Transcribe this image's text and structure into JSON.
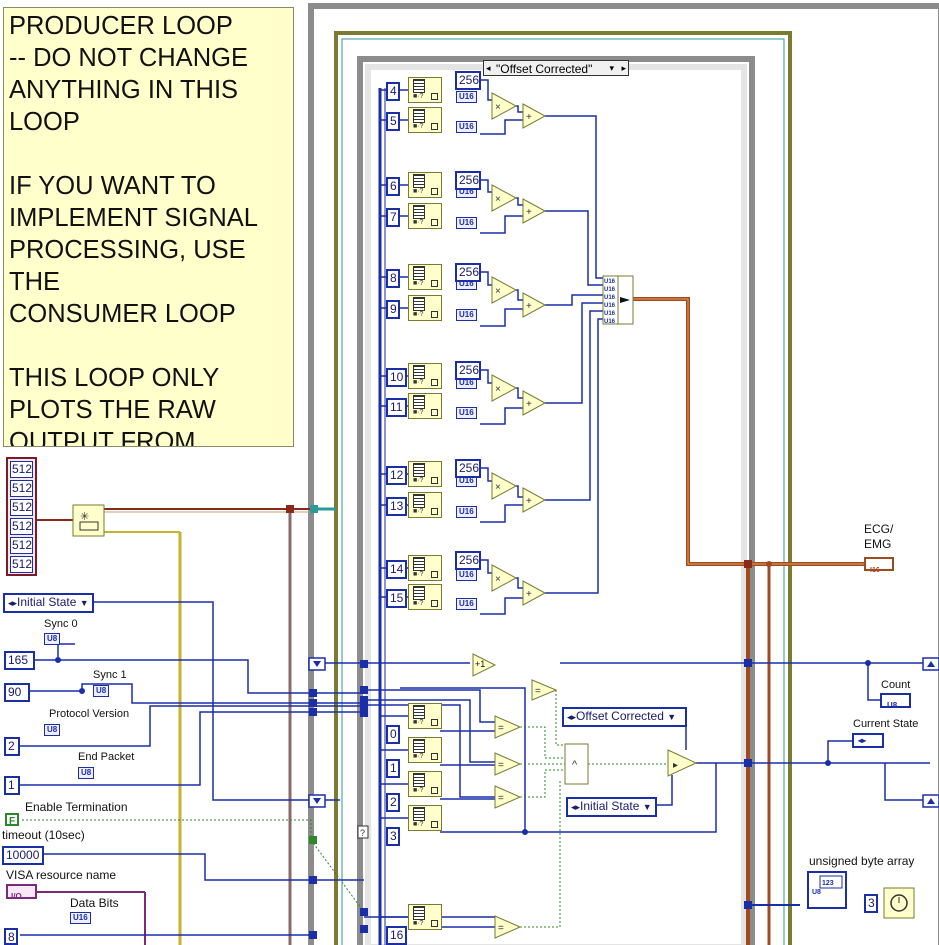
{
  "note": {
    "text": "PRODUCER LOOP\n-- DO NOT CHANGE\nANYTHING IN THIS\nLOOP\n\nIF YOU WANT TO\nIMPLEMENT SIGNAL\nPROCESSING, USE THE\nCONSUMER LOOP\n\nTHIS LOOP ONLY\nPLOTS THE RAW\nOUTPUT FROM SERIAL\nPORT AND WRITES"
  },
  "case_selector": {
    "label": "\"Offset Corrected\""
  },
  "array_constant": {
    "values": [
      "512",
      "512",
      "512",
      "512",
      "512",
      "512"
    ]
  },
  "initial_state": {
    "label": "Initial State"
  },
  "sync0": {
    "label": "Sync 0",
    "value": "165",
    "type": "U8"
  },
  "sync1": {
    "label": "Sync 1",
    "value": "90",
    "type": "U8"
  },
  "protocol": {
    "label": "Protocol Version",
    "value": "2",
    "type": "U8"
  },
  "end_packet": {
    "label": "End Packet",
    "value": "1",
    "type": "U8"
  },
  "enable_termination": {
    "label": "Enable Termination",
    "value": "F"
  },
  "timeout": {
    "label": "timeout (10sec)",
    "value": "10000"
  },
  "visa": {
    "label": "VISA resource name",
    "type": "I/O"
  },
  "data_bits": {
    "label": "Data Bits",
    "value": "8",
    "type": "U16"
  },
  "index_top": [
    {
      "index": "4",
      "mult": "256"
    },
    {
      "index": "5"
    },
    {
      "index": "6",
      "mult": "256"
    },
    {
      "index": "7"
    },
    {
      "index": "8",
      "mult": "256"
    },
    {
      "index": "9"
    },
    {
      "index": "10",
      "mult": "256"
    },
    {
      "index": "11"
    },
    {
      "index": "12",
      "mult": "256"
    },
    {
      "index": "13"
    },
    {
      "index": "14",
      "mult": "256"
    },
    {
      "index": "15"
    }
  ],
  "index_bottom": [
    "0",
    "1",
    "2",
    "3",
    "16"
  ],
  "u16_label": "U16",
  "ecg": {
    "label": "ECG/\nEMG",
    "type": "I16"
  },
  "count": {
    "label": "Count",
    "type": "U8"
  },
  "current_state": {
    "label": "Current State"
  },
  "offset_corrected": {
    "label": "Offset Corrected"
  },
  "initial_state_2": {
    "label": "Initial State"
  },
  "plus_one": "+1",
  "unsigned_byte_array": {
    "label": "unsigned byte array"
  },
  "wait_const": {
    "value": "3"
  }
}
